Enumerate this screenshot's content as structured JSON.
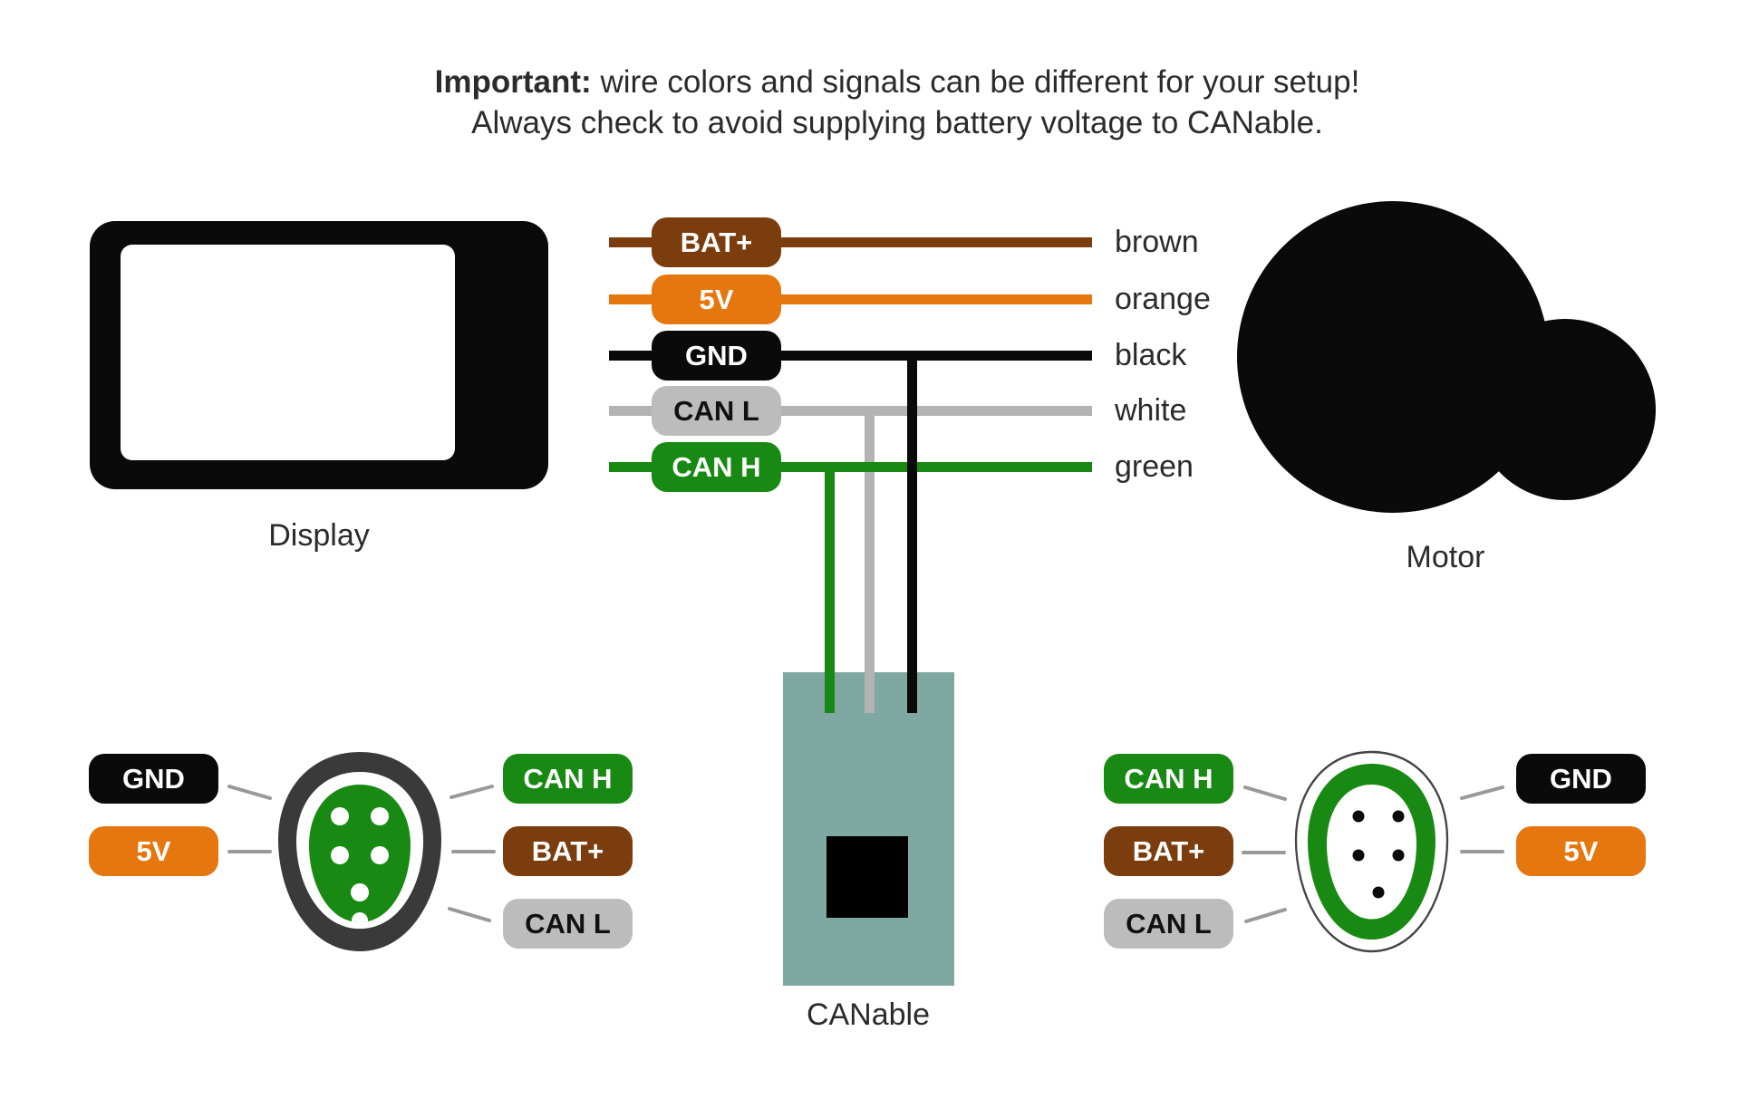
{
  "title": {
    "line1_bold": "Important:",
    "line1_rest": " wire colors and signals can be different for your setup!",
    "line2": "Always check to avoid supplying battery voltage to CANable."
  },
  "wires": [
    {
      "signal": "BAT+",
      "color_name": "brown",
      "hex": "#7b3d0e"
    },
    {
      "signal": "5V",
      "color_name": "orange",
      "hex": "#e6770e"
    },
    {
      "signal": "GND",
      "color_name": "black",
      "hex": "#0a0a0a"
    },
    {
      "signal": "CAN L",
      "color_name": "white",
      "hex": "#b3b3b3"
    },
    {
      "signal": "CAN H",
      "color_name": "green",
      "hex": "#188912"
    }
  ],
  "devices": {
    "display_label": "Display",
    "motor_label": "Motor",
    "canable_label": "CANable"
  },
  "connectors": {
    "left": {
      "west_labels": [
        "GND",
        "5V"
      ],
      "east_labels": [
        "CAN H",
        "BAT+",
        "CAN L"
      ]
    },
    "right": {
      "west_labels": [
        "CAN H",
        "BAT+",
        "CAN L"
      ],
      "east_labels": [
        "GND",
        "5V"
      ]
    }
  },
  "palette": {
    "brown": "#7b3d0e",
    "orange": "#e6770e",
    "black": "#0a0a0a",
    "white_wire": "#b3b3b3",
    "green": "#188912",
    "gray_pill": "#bcbcbc",
    "board_teal": "#7fa8a2",
    "connector_dark": "#3a3a3a",
    "connector_line_gray": "#999999",
    "text_dark": "#2b2b2b"
  }
}
